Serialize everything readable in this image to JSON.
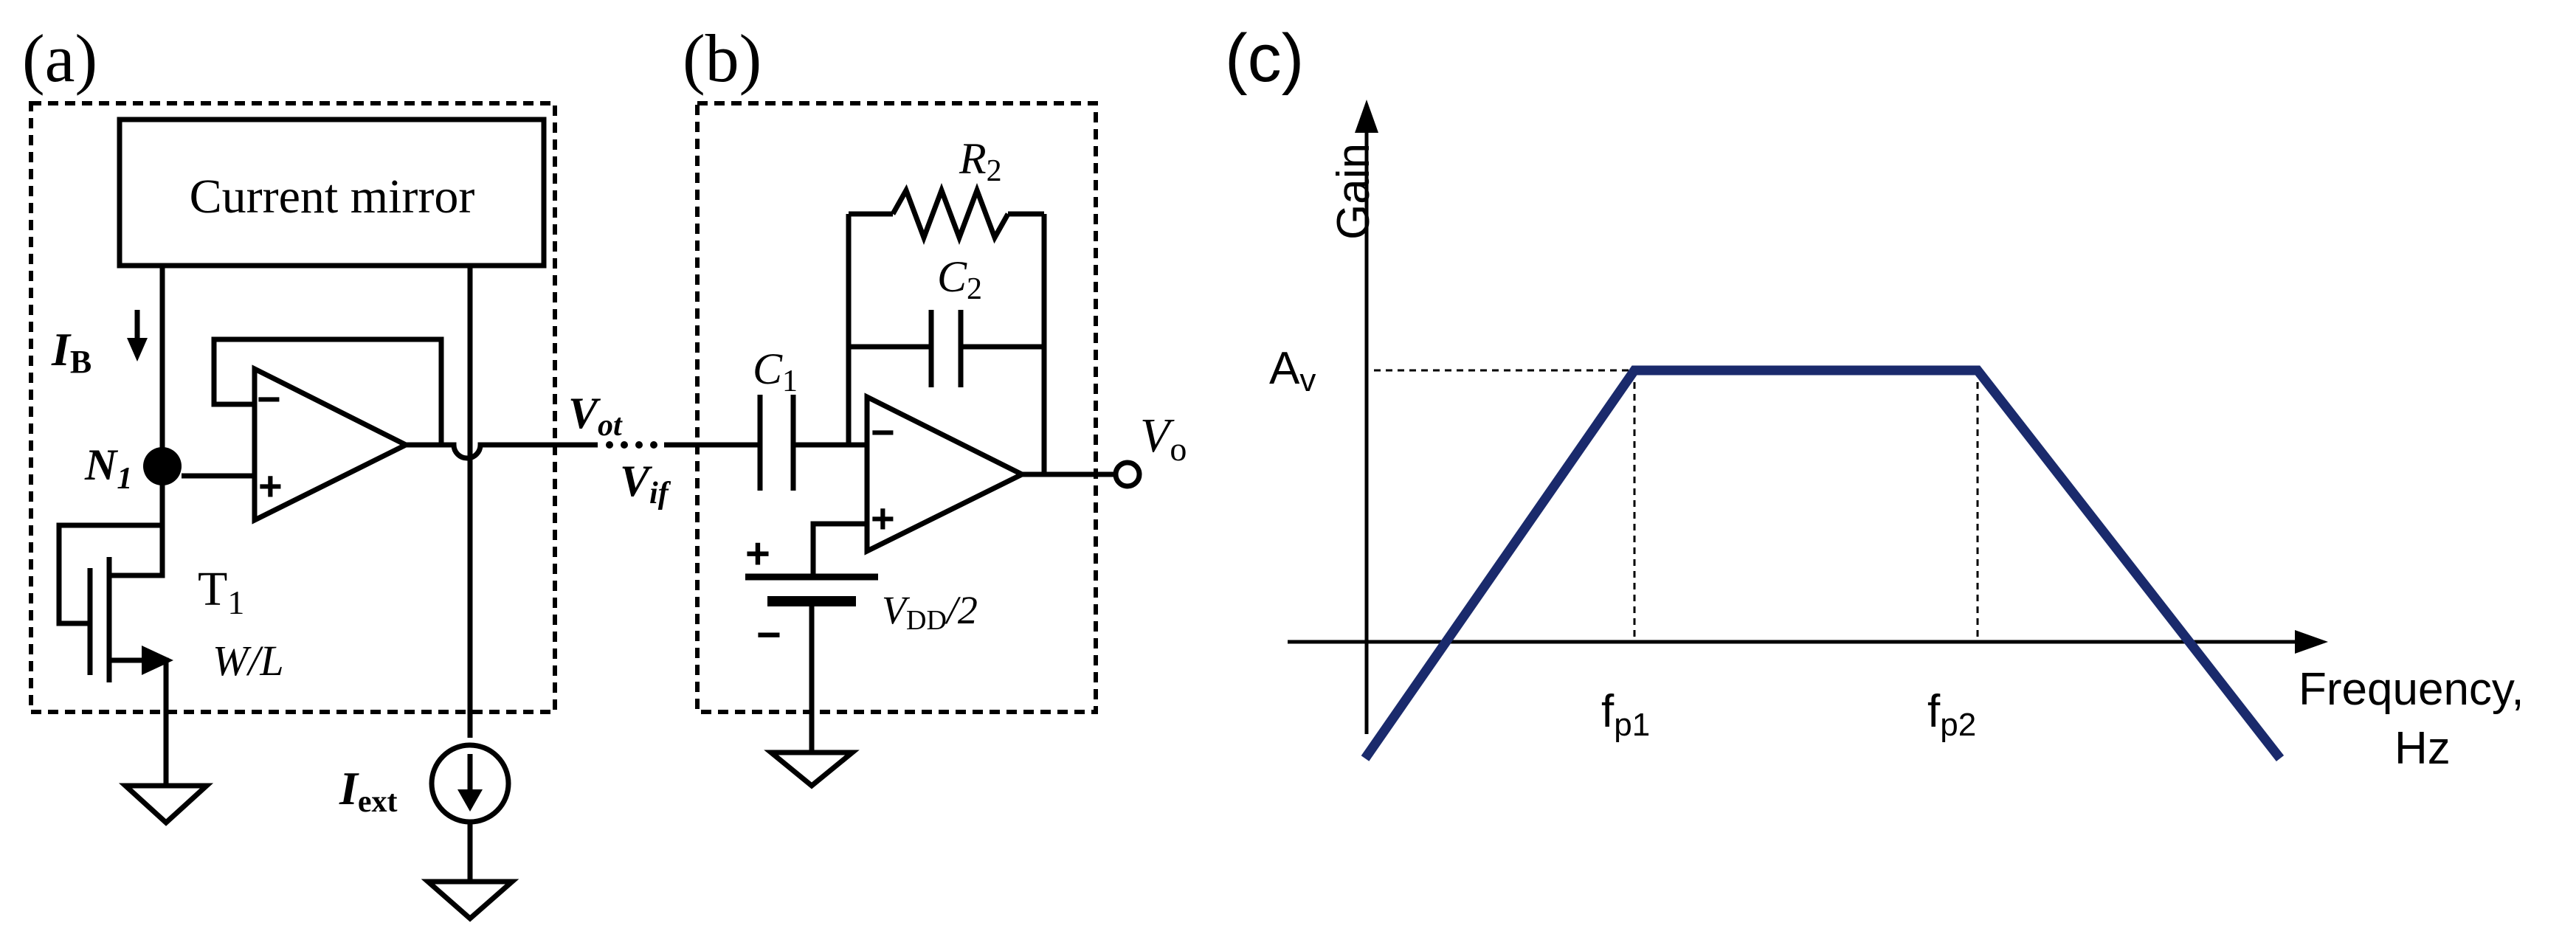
{
  "panels": {
    "a": {
      "label": "(a)",
      "block_label": "Current mirror",
      "ib_main": "I",
      "ib_sub": "B",
      "node_main": "N",
      "node_sub": "1",
      "transistor_main": "T",
      "transistor_sub": "1",
      "ratio": "W/L",
      "iext_main": "I",
      "iext_sub": "ext",
      "vot_main": "V",
      "vot_sub": "ot",
      "vif_main": "V",
      "vif_sub": "if",
      "opamp_minus": "−",
      "opamp_plus": "+"
    },
    "b": {
      "label": "(b)",
      "c1_main": "C",
      "c1_sub": "1",
      "r2_main": "R",
      "r2_sub": "2",
      "c2_main": "C",
      "c2_sub": "2",
      "vo_main": "V",
      "vo_sub": "o",
      "vdd_main": "V",
      "vdd_sub": "DD",
      "vdd_tail": "/2",
      "opamp_minus": "−",
      "opamp_plus": "+",
      "battery_plus": "+",
      "battery_minus": "−"
    },
    "c": {
      "label": "(c)",
      "ylabel": "Gain",
      "xlabel_line1": "Frequency,",
      "xlabel_line2": "Hz",
      "av_main": "A",
      "av_sub": "v",
      "fp1_main": "f",
      "fp1_sub": "p1",
      "fp2_main": "f",
      "fp2_sub": "p2",
      "line_color": "#1a2a6c"
    }
  }
}
